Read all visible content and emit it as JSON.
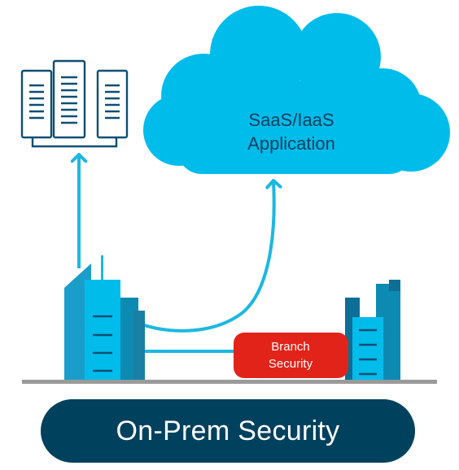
{
  "cloud": {
    "label_line1": "SaaS/IaaS",
    "label_line2": "Application"
  },
  "branch_badge": {
    "label_line1": "Branch",
    "label_line2": "Security"
  },
  "banner": {
    "label": "On-Prem Security"
  },
  "icons": [
    "server-rack-icon",
    "cloud-icon",
    "hq-building-icon",
    "branch-building-icon"
  ],
  "colors": {
    "cloud": "#00bceb",
    "arrow": "#1cb8e0",
    "building_light": "#00bceb",
    "building_dark": "#0d8ab2",
    "server_outline": "#0d4e73",
    "badge": "#e2231a",
    "ground": "#9a9a9a",
    "banner": "#00415e"
  }
}
